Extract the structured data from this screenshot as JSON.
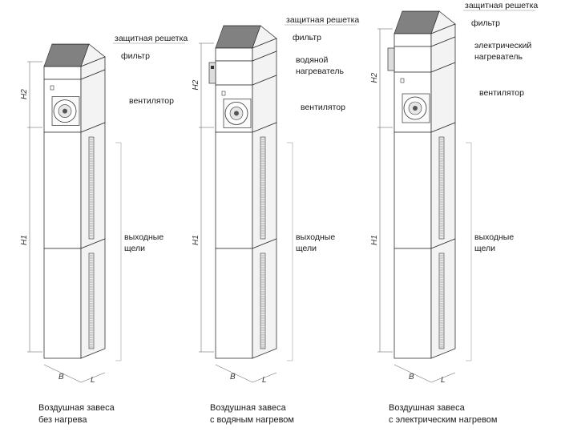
{
  "units": [
    {
      "heater": "none",
      "labels": {
        "grille": "защитная решетка",
        "filter": "фильтр",
        "fan": "вентилятор",
        "slots_line1": "выходные",
        "slots_line2": "щели"
      },
      "dims": {
        "h2": "H2",
        "h1": "H1",
        "b": "B",
        "l": "L"
      },
      "caption": {
        "line1": "Воздушная завеса",
        "line2": "без нагрева"
      }
    },
    {
      "heater": "water",
      "labels": {
        "grille": "защитная решетка",
        "filter": "фильтр",
        "heater_line1": "водяной",
        "heater_line2": "нагреватель",
        "fan": "вентилятор",
        "slots_line1": "выходные",
        "slots_line2": "щели"
      },
      "dims": {
        "h2": "H2",
        "h1": "H1",
        "b": "B",
        "l": "L"
      },
      "caption": {
        "line1": "Воздушная завеса",
        "line2": "с водяным нагревом"
      }
    },
    {
      "heater": "electric",
      "labels": {
        "grille": "защитная решетка",
        "filter": "фильтр",
        "heater_line1": "электрический",
        "heater_line2": "нагреватель",
        "fan": "вентилятор",
        "slots_line1": "выходные",
        "slots_line2": "щели"
      },
      "dims": {
        "h2": "H2",
        "h1": "H1",
        "b": "B",
        "l": "L"
      },
      "caption": {
        "line1": "Воздушная завеса",
        "line2": "с электрическим нагревом"
      }
    }
  ]
}
